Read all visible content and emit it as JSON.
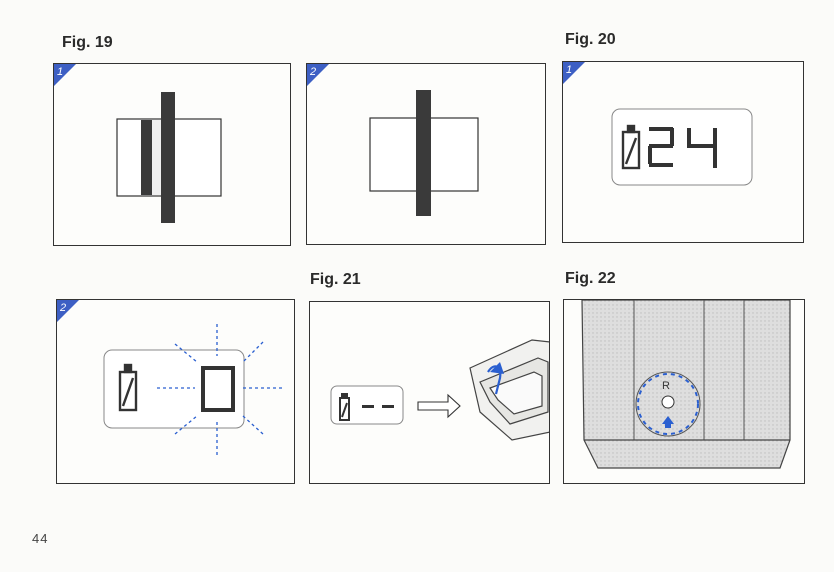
{
  "figures": {
    "fig19": {
      "title": "Fig. 19",
      "panel_1_badge": "1",
      "panel_2_badge": "2"
    },
    "fig20": {
      "title": "Fig. 20",
      "panel_badge": "1",
      "lcd_digits": "24"
    },
    "fig21": {
      "title": "Fig. 21",
      "lcd_digits": "- -"
    },
    "fig22": {
      "title": "Fig. 22",
      "button_label": "R"
    },
    "unlabeled": {
      "panel_badge": "2",
      "lcd_digit": "0"
    }
  },
  "page": {
    "number": "44"
  },
  "colors": {
    "badge": "#3d5fc4",
    "highlight": "#2a5fd0",
    "ink": "#333333",
    "film": "#3a3a3a"
  }
}
